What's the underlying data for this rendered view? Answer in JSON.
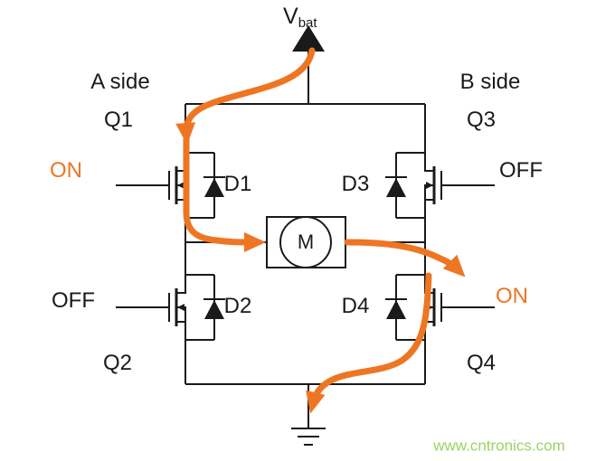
{
  "supply": {
    "symbol": "V",
    "subscript": "bat"
  },
  "sides": {
    "left": "A side",
    "right": "B side"
  },
  "transistors": [
    {
      "id": "Q1",
      "state": "ON"
    },
    {
      "id": "Q2",
      "state": "OFF"
    },
    {
      "id": "Q3",
      "state": "OFF"
    },
    {
      "id": "Q4",
      "state": "ON"
    }
  ],
  "diodes": [
    "D1",
    "D2",
    "D3",
    "D4"
  ],
  "motor_label": "M",
  "watermark": "www.cntronics.com",
  "icons": {
    "battery_terminal": "battery-terminal-triangle",
    "ground": "ground-symbol",
    "flow_arrows": "current-direction-arrows"
  },
  "colors": {
    "accent": "#EE7623",
    "circuit": "#1a1a1a",
    "text": "#1a1a1a",
    "wm": "#9CD263"
  }
}
